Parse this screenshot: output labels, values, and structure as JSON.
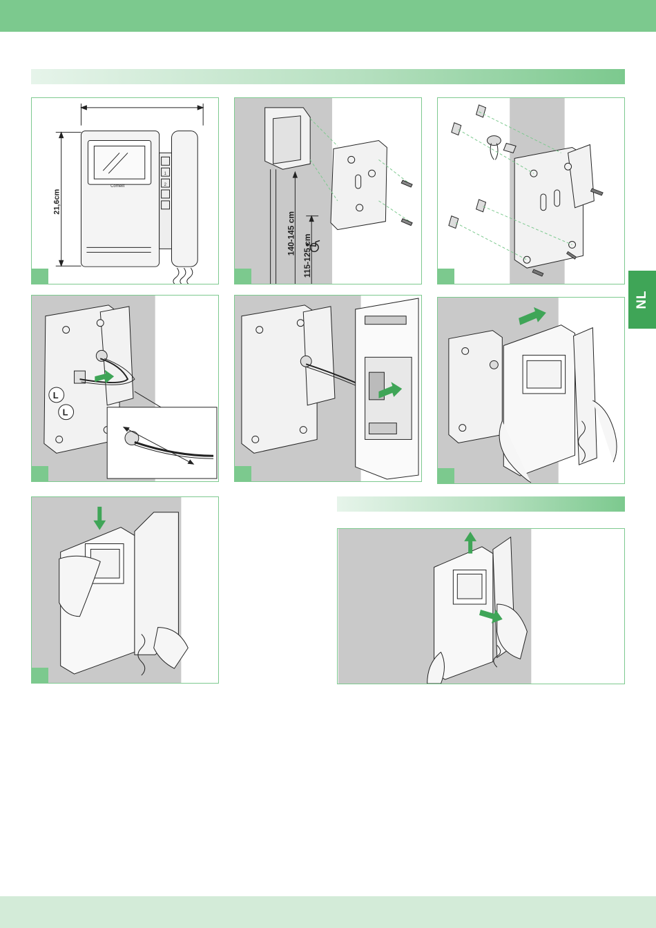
{
  "sidebar": {
    "language_tab": "NL"
  },
  "steps": {
    "dimensions": {
      "height_label": "21,6cm",
      "brand": "Comelit",
      "key_1": "1",
      "key_2": "2"
    },
    "mounting_height": {
      "height_range_1": "140-145 cm",
      "height_range_2": "115-125 cm"
    },
    "wiring": {
      "wire_label_1": "L",
      "wire_label_2": "L"
    }
  }
}
